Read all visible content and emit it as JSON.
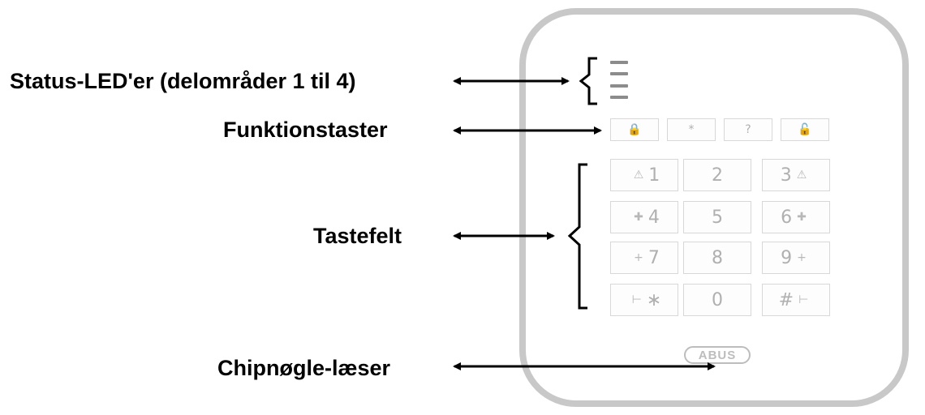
{
  "callouts": {
    "status_leds": "Status-LED'er (delområder 1 til 4)",
    "function_keys": "Funktionstaster",
    "keypad": "Tastefelt",
    "chip_reader": "Chipnøgle-læser"
  },
  "function_keys": [
    "🔒",
    "*",
    "?",
    "🔓"
  ],
  "keypad": [
    {
      "left": "⚠",
      "main": "1",
      "right": ""
    },
    {
      "left": "",
      "main": "2",
      "right": ""
    },
    {
      "left": "",
      "main": "3",
      "right": "⚠"
    },
    {
      "left": "✚",
      "main": "4",
      "right": ""
    },
    {
      "left": "",
      "main": "5",
      "right": ""
    },
    {
      "left": "",
      "main": "6",
      "right": "✚"
    },
    {
      "left": "+",
      "main": "7",
      "right": ""
    },
    {
      "left": "",
      "main": "8",
      "right": ""
    },
    {
      "left": "",
      "main": "9",
      "right": "+"
    },
    {
      "left": "⊢",
      "main": "∗",
      "right": ""
    },
    {
      "left": "",
      "main": "0",
      "right": ""
    },
    {
      "left": "",
      "main": "#",
      "right": "⊢"
    }
  ],
  "logo": "ABUS",
  "colors": {
    "frame": "#c8c8c8",
    "led": "#8c8c8c",
    "key_border": "#d8d8d8",
    "text": "#000000"
  }
}
